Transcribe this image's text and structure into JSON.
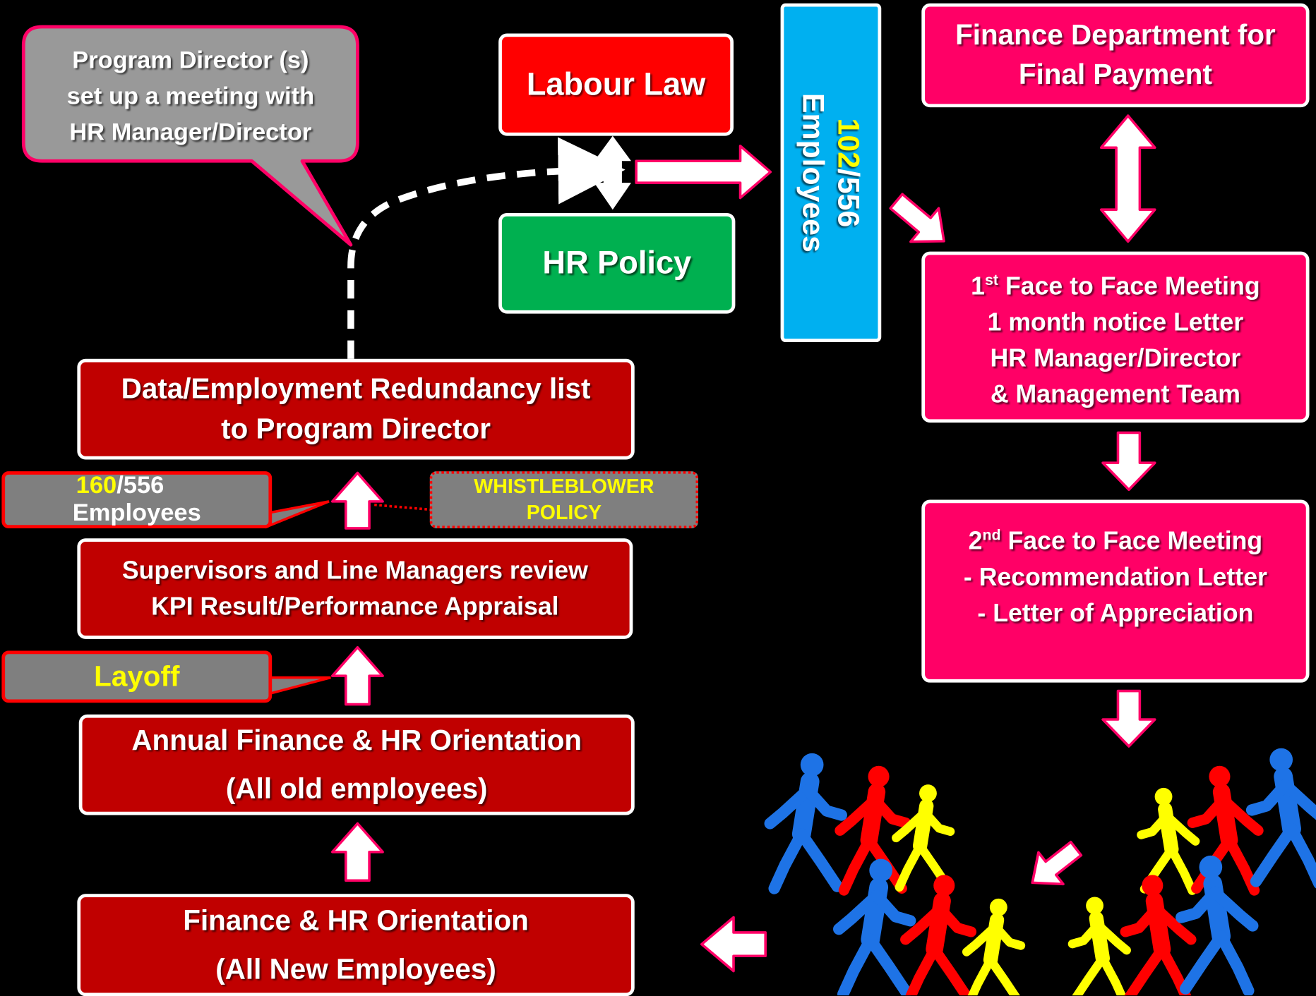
{
  "colors": {
    "dark_red": "#c00000",
    "pink": "#ff0066",
    "red": "#ff0000",
    "green": "#00b050",
    "blue": "#00b0f0",
    "gray": "#7f7f7f",
    "highlight": "#ffff00",
    "person_blue": "#1e73e6",
    "person_red": "#ff0000",
    "person_yellow": "#ffff00"
  },
  "callout": {
    "lines": [
      "Program Director (s)",
      "set up a meeting with",
      "HR Manager/Director"
    ]
  },
  "labour_law": "Labour Law",
  "hr_policy": "HR Policy",
  "blue_bar": {
    "highlight": "102",
    "rest": "/556",
    "label": "Employees"
  },
  "finance_dept": {
    "lines": [
      "Finance Department for",
      "Final Payment"
    ]
  },
  "meeting1": {
    "num": "1",
    "sup": "st",
    "line1_rest": " Face to Face Meeting",
    "lines": [
      "1 month notice Letter",
      "HR Manager/Director",
      "& Management Team"
    ]
  },
  "meeting2": {
    "num": "2",
    "sup": "nd",
    "line1_rest": " Face to Face Meeting",
    "lines": [
      "- Recommendation Letter",
      "- Letter of Appreciation"
    ]
  },
  "data_list": {
    "lines": [
      "Data/Employment Redundancy list",
      "to Program Director"
    ]
  },
  "count_tag": {
    "highlight": "160",
    "rest": "/556",
    "label": "Employees"
  },
  "whistleblower": {
    "lines": [
      "WHISTLEBLOWER",
      "POLICY"
    ]
  },
  "supervisors": {
    "lines": [
      "Supervisors and Line Managers review",
      "KPI Result/Performance Appraisal"
    ]
  },
  "layoff": "Layoff",
  "annual": {
    "lines": [
      "Annual Finance & HR Orientation",
      "(All old employees)"
    ]
  },
  "new_orientation": {
    "lines": [
      "Finance & HR Orientation",
      "(All New Employees)"
    ]
  },
  "people_icons": [
    {
      "name": "walker-blue-icon",
      "color": "#1e73e6"
    },
    {
      "name": "walker-red-icon",
      "color": "#ff0000"
    },
    {
      "name": "walker-yellow-icon",
      "color": "#ffff00"
    }
  ]
}
